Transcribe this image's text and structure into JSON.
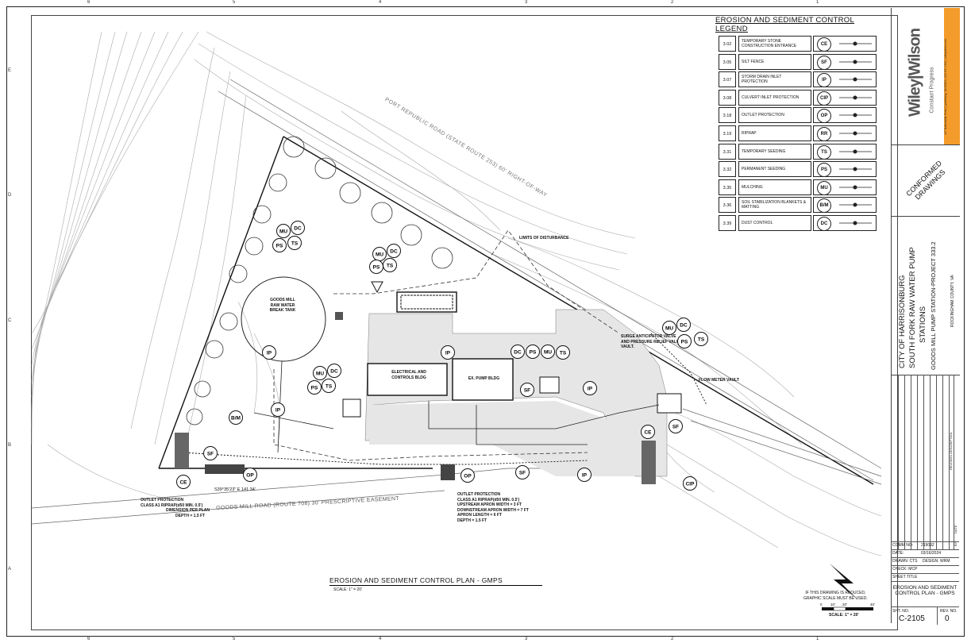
{
  "sheet": {
    "zone_numbers": [
      "6",
      "5",
      "4",
      "3",
      "2",
      "1"
    ],
    "zone_letters": [
      "E",
      "D",
      "C",
      "B",
      "A"
    ]
  },
  "firm": {
    "name": "Wiley|Wilson",
    "tagline": "Constant Progress",
    "address": "127 Nationwide Drive | Lynchburg, VA 24502 | 434.947.1901 | wileywilson.com"
  },
  "stamp": "CONFORMED DRAWINGS",
  "project": {
    "client": "CITY OF HARRISONBURG",
    "line1": "SOUTH FORK RAW WATER PUMP",
    "line2": "STATIONS",
    "line3": "GOODS MILL PUMP STATION-PROJECT 333.2",
    "location": "ROCKINGHAM COUNTY, VA"
  },
  "revisions": {
    "col1": "REVISION DESCRIPTION",
    "col2": "DATE",
    "col3": "BY"
  },
  "info": {
    "comm_label": "COMM NO:",
    "comm": "219092",
    "date_label": "DATE:",
    "date": "03/16/2024",
    "drawn_label": "DRAWN:",
    "drawn": "CTS",
    "design_label": "DESIGN:",
    "design": "WRM",
    "check_label": "CHECK:",
    "check": "MCP",
    "sheet_title_label": "SHEET TITLE",
    "sheet_title": "EROSION AND SEDIMENT CONTROL PLAN - GMPS",
    "sht_label": "SHT. NO.",
    "sht": "C-2105",
    "rev_label": "REV. NO.",
    "rev": "0"
  },
  "legend": {
    "title": "EROSION AND SEDIMENT CONTROL LEGEND",
    "items": [
      {
        "num": "3.02",
        "desc": "TEMPORARY STONE CONSTRUCTION ENTRANCE",
        "code": "CE"
      },
      {
        "num": "3.05",
        "desc": "SILT FENCE",
        "code": "SF"
      },
      {
        "num": "3.07",
        "desc": "STORM DRAIN INLET PROTECTION",
        "code": "IP"
      },
      {
        "num": "3.08",
        "desc": "CULVERT INLET PROTECTION",
        "code": "CIP"
      },
      {
        "num": "3.18",
        "desc": "OUTLET PROTECTION",
        "code": "OP"
      },
      {
        "num": "3.19",
        "desc": "RIPRAP",
        "code": "RR"
      },
      {
        "num": "3.31",
        "desc": "TEMPORARY SEEDING",
        "code": "TS"
      },
      {
        "num": "3.32",
        "desc": "PERMANENT SEEDING",
        "code": "PS"
      },
      {
        "num": "3.35",
        "desc": "MULCHING",
        "code": "MU"
      },
      {
        "num": "3.36",
        "desc": "SOIL STABILIZATION BLANKETS & MATTING",
        "code": "B/M"
      },
      {
        "num": "3.39",
        "desc": "DUST CONTROL",
        "code": "DC"
      }
    ]
  },
  "labels": {
    "road1": "PORT REPUBLIC ROAD (STATE ROUTE 253) 60' RIGHT-OF-WAY",
    "road2": "GOODS MILL ROAD (ROUTE 708) 30' PRESCRIPTIVE EASEMENT",
    "tank": "GOODS MILL RAW WATER BREAK TANK",
    "elec": "ELECTRICAL AND CONTROLS BLDG",
    "pump": "EX. PUMP BLDG",
    "limits": "LIMITS OF DISTURBANCE",
    "surge": "SURGE ANTICIPATOR VALVE AND PRESSURE RELIEF VALVE VAULT.",
    "flow": "FLOW METER VAULT",
    "bearing": "S39°35'23\" E 141.34'",
    "outlet1_l1": "OUTLET PROTECTION",
    "outlet1_l2": "CLASS A1 RIPRAP(d50 MIN. 0.5')",
    "outlet1_l3": "DIMENSION PER PLAN",
    "outlet1_l4": "DEPTH = 1.5 FT",
    "outlet2_l1": "OUTLET PROTECTION",
    "outlet2_l2": "CLASS A1 RIPRAP(d50 MIN. 0.5')",
    "outlet2_l3": "UPSTREAM APRON WIDTH = 3 FT",
    "outlet2_l4": "DOWNSTREAM APRON WIDTH = 7 FT",
    "outlet2_l5": "APRON LENGTH = 6 FT",
    "outlet2_l6": "DEPTH = 1.5 FT"
  },
  "plan_title": "EROSION AND SEDIMENT CONTROL PLAN - GMPS",
  "plan_scale": "SCALE: 1\" = 20'",
  "note_l1": "IF THIS DRAWING IS REDUCED,",
  "note_l2": "GRAPHIC SCALE MUST BE USED.",
  "graphic_scale": {
    "t0": "0",
    "t1": "10'",
    "t2": "20'",
    "t3": "40'",
    "label": "SCALE: 1\" = 20'"
  },
  "bubbles": [
    {
      "code": "MU"
    },
    {
      "code": "DC"
    },
    {
      "code": "PS"
    },
    {
      "code": "TS"
    },
    {
      "code": "MU"
    },
    {
      "code": "DC"
    },
    {
      "code": "PS"
    },
    {
      "code": "TS"
    },
    {
      "code": "IP"
    },
    {
      "code": "MU"
    },
    {
      "code": "DC"
    },
    {
      "code": "PS"
    },
    {
      "code": "TS"
    },
    {
      "code": "IP"
    },
    {
      "code": "DC"
    },
    {
      "code": "PS"
    },
    {
      "code": "MU"
    },
    {
      "code": "TS"
    },
    {
      "code": "SF"
    },
    {
      "code": "IP"
    },
    {
      "code": "B/M"
    },
    {
      "code": "IP"
    },
    {
      "code": "SF"
    },
    {
      "code": "CE"
    },
    {
      "code": "OP"
    },
    {
      "code": "OP"
    },
    {
      "code": "SF"
    },
    {
      "code": "IP"
    },
    {
      "code": "CE"
    },
    {
      "code": "SF"
    },
    {
      "code": "CIP"
    },
    {
      "code": "MU"
    },
    {
      "code": "DC"
    },
    {
      "code": "PS"
    },
    {
      "code": "TS"
    }
  ]
}
